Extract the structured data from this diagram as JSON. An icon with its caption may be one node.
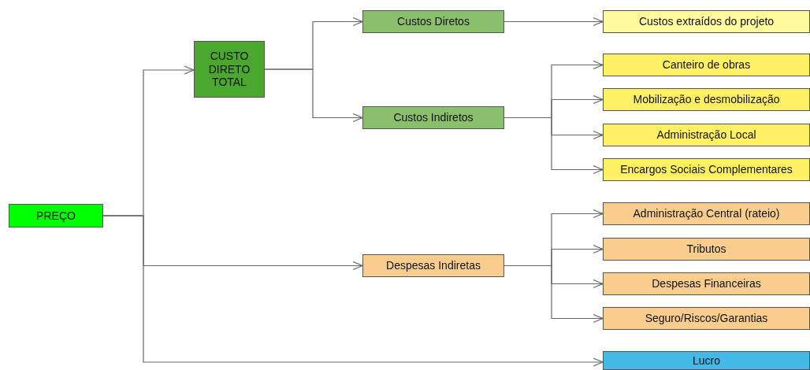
{
  "diagram": {
    "nodes": [
      {
        "text": [
          "PREÇO"
        ]
      },
      {
        "text": [
          "CUSTO DIRETO TOTAL"
        ]
      },
      {
        "text": [
          "Custos Diretos"
        ]
      },
      {
        "text": [
          "Custos Indiretos"
        ]
      },
      {
        "text": [
          "Despesas Indiretas"
        ]
      },
      {
        "text": [
          "Custos extraídos do projeto"
        ]
      },
      {
        "text": [
          "Canteiro de obras"
        ]
      },
      {
        "text": [
          "Mobilização e desmobilização"
        ]
      },
      {
        "text": [
          "Administração Local"
        ]
      },
      {
        "text": [
          "Encargos Sociais Complementares"
        ]
      },
      {
        "text": [
          "Administração Central (rateio)"
        ]
      },
      {
        "text": [
          "Tributos"
        ]
      },
      {
        "text": [
          "Despesas Financeiras"
        ]
      },
      {
        "text": [
          "Seguro/Riscos/Garantias"
        ]
      },
      {
        "text": [
          "Lucro"
        ]
      }
    ],
    "edges": [
      {
        "from": 0,
        "to": 1,
        "arrow": "to"
      },
      {
        "from": 0,
        "to": 4,
        "arrow": "to"
      },
      {
        "from": 0,
        "to": 14,
        "arrow": "to"
      },
      {
        "from": 1,
        "to": 2,
        "arrow": "to"
      },
      {
        "from": 1,
        "to": 3,
        "arrow": "to"
      },
      {
        "from": 2,
        "to": 5,
        "arrow": "to"
      },
      {
        "from": 3,
        "to": 6,
        "arrow": "to"
      },
      {
        "from": 3,
        "to": 7,
        "arrow": "to"
      },
      {
        "from": 3,
        "to": 8,
        "arrow": "to"
      },
      {
        "from": 3,
        "to": 9,
        "arrow": "to"
      },
      {
        "from": 4,
        "to": 10,
        "arrow": "to"
      },
      {
        "from": 4,
        "to": 11,
        "arrow": "to"
      },
      {
        "from": 4,
        "to": 12,
        "arrow": "to"
      },
      {
        "from": 4,
        "to": 13,
        "arrow": "to"
      }
    ]
  }
}
